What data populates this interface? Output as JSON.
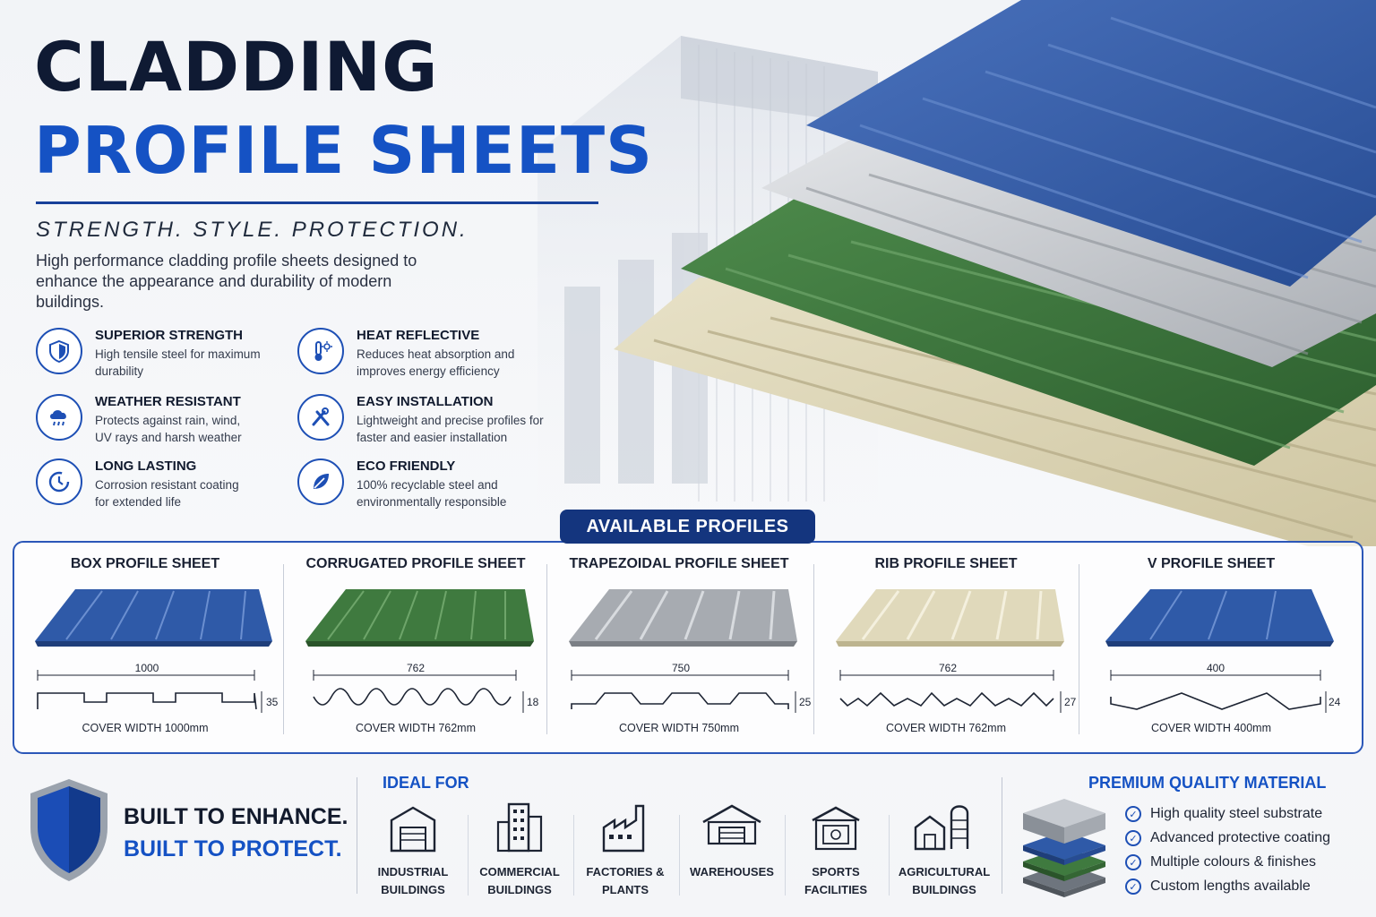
{
  "header": {
    "title_line1": "CLADDING",
    "title_line2": "PROFILE SHEETS",
    "tagline": "STRENGTH. STYLE. PROTECTION.",
    "intro": "High performance cladding profile sheets designed to enhance the appearance and durability of modern buildings."
  },
  "features": [
    {
      "title": "SUPERIOR STRENGTH",
      "desc": "High tensile steel for maximum durability",
      "icon": "shield-icon"
    },
    {
      "title": "HEAT REFLECTIVE",
      "desc": "Reduces heat absorption and improves energy efficiency",
      "icon": "thermometer-sun-icon"
    },
    {
      "title": "WEATHER RESISTANT",
      "desc": "Protects against rain, wind, UV rays and harsh weather",
      "icon": "cloud-rain-icon"
    },
    {
      "title": "EASY INSTALLATION",
      "desc": "Lightweight and precise profiles for faster and easier installation",
      "icon": "tools-icon"
    },
    {
      "title": "LONG LASTING",
      "desc": "Corrosion resistant coating for extended life",
      "icon": "clock-icon"
    },
    {
      "title": "ECO FRIENDLY",
      "desc": "100% recyclable steel and environmentally responsible",
      "icon": "leaf-icon"
    }
  ],
  "profiles": {
    "badge": "AVAILABLE PROFILES",
    "items": [
      {
        "name": "BOX PROFILE SHEET",
        "width": "1000",
        "height": "35",
        "cover": "COVER WIDTH 1000mm",
        "color": "#2f5aa8"
      },
      {
        "name": "CORRUGATED PROFILE SHEET",
        "width": "762",
        "height": "18",
        "cover": "COVER WIDTH 762mm",
        "color": "#3f7a3f"
      },
      {
        "name": "TRAPEZOIDAL PROFILE SHEET",
        "width": "750",
        "height": "25",
        "cover": "COVER WIDTH 750mm",
        "color": "#9ea2a8"
      },
      {
        "name": "RIB PROFILE SHEET",
        "width": "762",
        "height": "27",
        "cover": "COVER WIDTH 762mm",
        "color": "#d9d2b4"
      },
      {
        "name": "V PROFILE SHEET",
        "width": "400",
        "height": "24",
        "cover": "COVER WIDTH 400mm",
        "color": "#2f5aa8"
      }
    ]
  },
  "built": {
    "line1": "BUILT TO ENHANCE.",
    "line2": "BUILT TO PROTECT."
  },
  "ideal": {
    "heading": "IDEAL FOR",
    "items": [
      {
        "line1": "INDUSTRIAL",
        "line2": "BUILDINGS",
        "icon": "garage-icon"
      },
      {
        "line1": "COMMERCIAL",
        "line2": "BUILDINGS",
        "icon": "office-buildings-icon"
      },
      {
        "line1": "FACTORIES &",
        "line2": "PLANTS",
        "icon": "factory-icon"
      },
      {
        "line1": "WAREHOUSES",
        "line2": "",
        "icon": "warehouse-icon"
      },
      {
        "line1": "SPORTS",
        "line2": "FACILITIES",
        "icon": "sports-hall-icon"
      },
      {
        "line1": "AGRICULTURAL",
        "line2": "BUILDINGS",
        "icon": "barn-silo-icon"
      }
    ]
  },
  "premium": {
    "heading": "PREMIUM QUALITY MATERIAL",
    "items": [
      "High quality steel substrate",
      "Advanced protective coating",
      "Multiple colours & finishes",
      "Custom lengths available"
    ]
  },
  "colors": {
    "navy": "#0f1a33",
    "brand_blue": "#1552c4",
    "badge": "#14357e"
  }
}
